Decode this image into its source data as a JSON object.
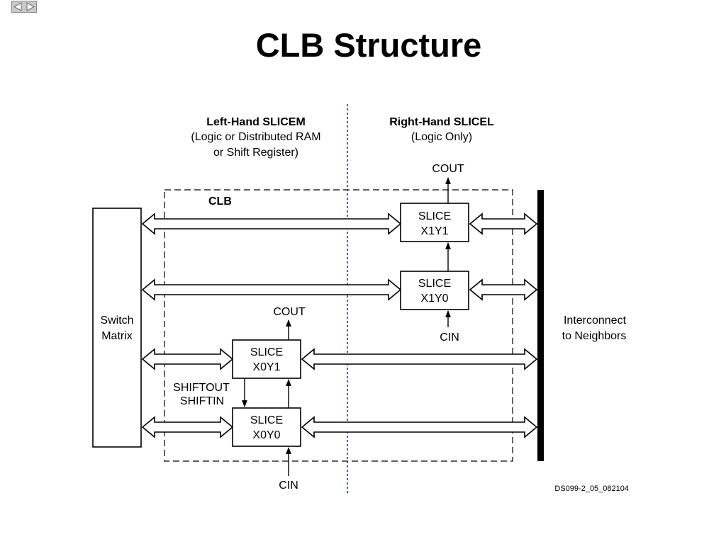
{
  "title": "CLB Structure",
  "nav_icon": "prev-next-arrows-icon",
  "left_half": {
    "heading": "Left-Hand SLICEM",
    "sub1": "(Logic or Distributed RAM",
    "sub2": "or Shift Register)"
  },
  "right_half": {
    "heading": "Right-Hand SLICEL",
    "sub1": "(Logic Only)"
  },
  "clb_label": "CLB",
  "switch_matrix": [
    "Switch",
    "Matrix"
  ],
  "interconnect": [
    "Interconnect",
    "to Neighbors"
  ],
  "slices": {
    "x1y1": [
      "SLICE",
      "X1Y1"
    ],
    "x1y0": [
      "SLICE",
      "X1Y0"
    ],
    "x0y1": [
      "SLICE",
      "X0Y1"
    ],
    "x0y0": [
      "SLICE",
      "X0Y0"
    ]
  },
  "signals": {
    "cout_top": "COUT",
    "cin_mid": "CIN",
    "cout_mid": "COUT",
    "shiftout": "SHIFTOUT",
    "shiftin": "SHIFTIN",
    "cin_bottom": "CIN"
  },
  "figure_id": "DS099-2_05_082104",
  "colors": {
    "divider": "#1a3a9a",
    "ink": "#000000"
  }
}
